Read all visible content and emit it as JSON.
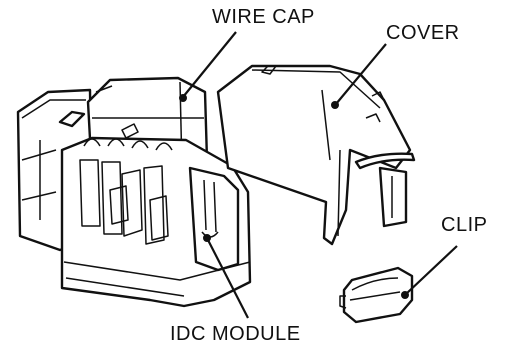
{
  "labels": {
    "wire_cap": "WIRE CAP",
    "cover": "COVER",
    "clip": "CLIP",
    "idc_module": "IDC MODULE"
  }
}
